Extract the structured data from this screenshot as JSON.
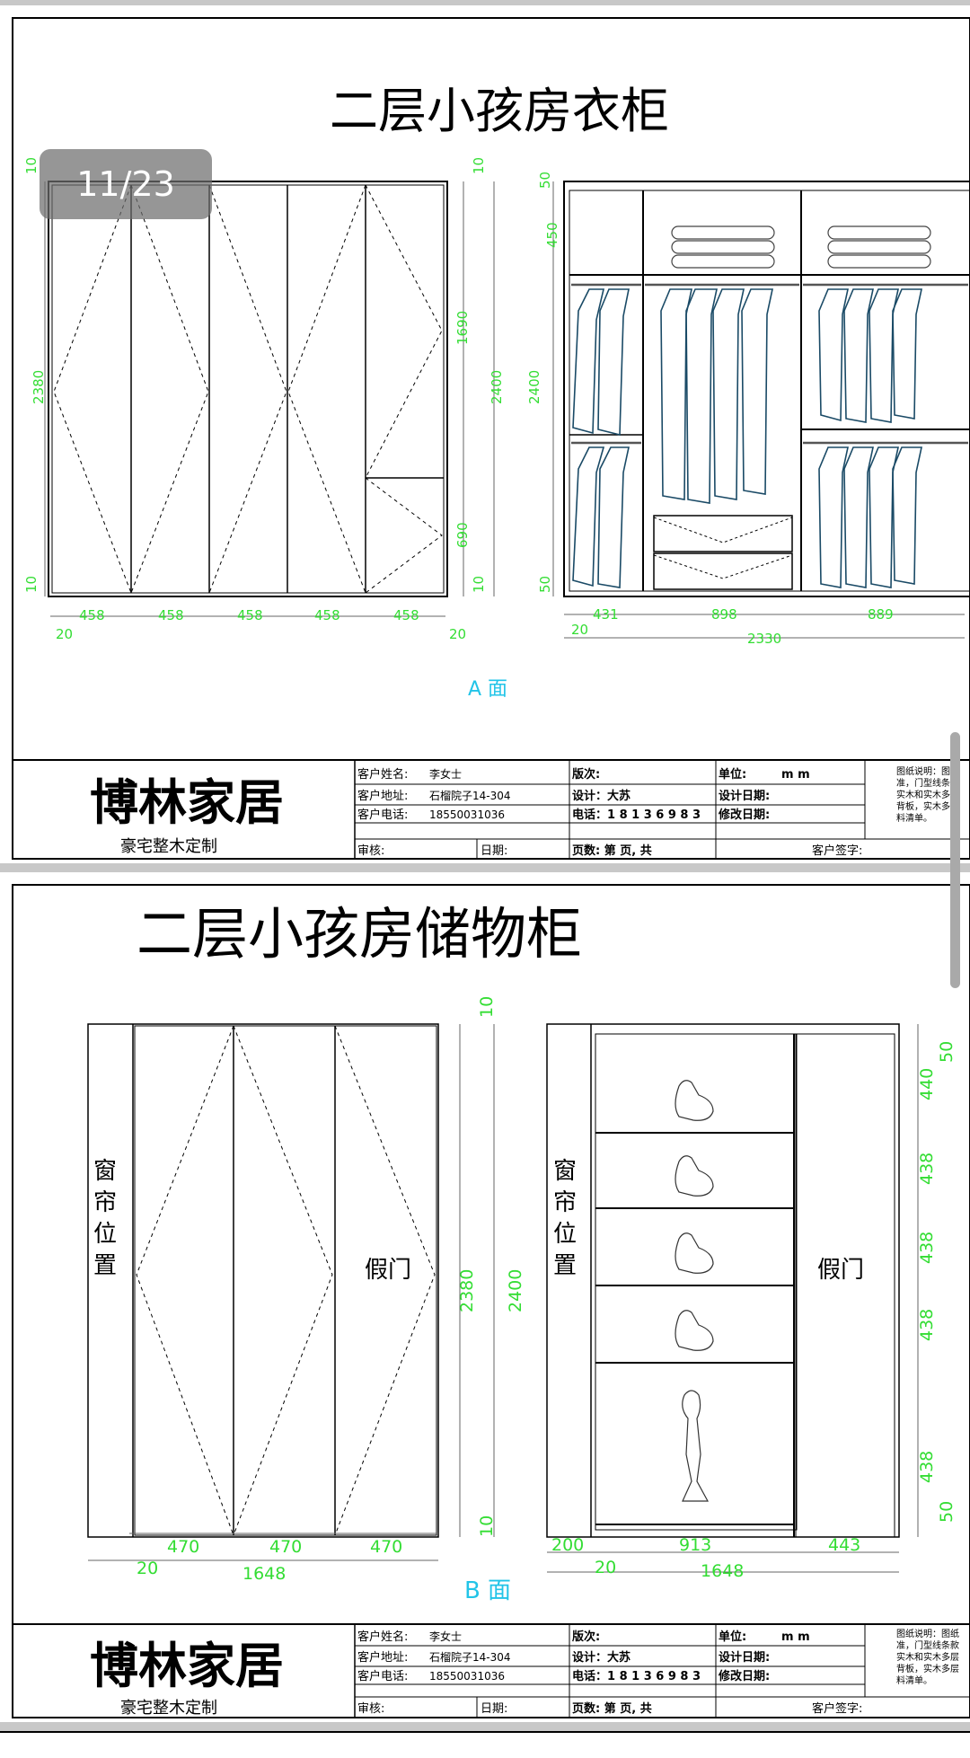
{
  "viewer": {
    "page_indicator": "11/23"
  },
  "sheets": [
    {
      "title": "二层小孩房衣柜",
      "face_label": "A 面",
      "front_view": {
        "heights": [
          "10",
          "2380",
          "10"
        ],
        "right_dims": [
          "10",
          "1690",
          "2400",
          "690",
          "10"
        ],
        "widths": [
          "458",
          "458",
          "458",
          "458",
          "458"
        ],
        "edge": [
          "20",
          "20"
        ]
      },
      "interior_view": {
        "heights": [
          "50",
          "450",
          "2400",
          "50"
        ],
        "widths": [
          "431",
          "898",
          "889"
        ],
        "edge": "20",
        "total": "2330"
      },
      "titleblock": {
        "brand": "博林家居",
        "slogan": "豪宅整木定制",
        "customer_name_label": "客户姓名:",
        "customer_name": "李女士",
        "address_label": "客户地址:",
        "address": "石榴院子14-304",
        "phone_label": "客户电话:",
        "phone": "18550031036",
        "review_label": "审核:",
        "date_label": "日期:",
        "version_label": "版次:",
        "designer": "设计：大苏",
        "designer_phone": "电话：1 8 1 3 6 9 8 3",
        "pages": "页数:       第      页,          共",
        "unit_label": "单位:",
        "unit": "m m",
        "design_date_label": "设计日期:",
        "modify_date_label": "修改日期:",
        "signature": "客户签字:",
        "notes": [
          "图纸说明：图纸",
          "准，门型线条款",
          "实木和实木多层",
          "背板，实木多层",
          "料清单。"
        ]
      }
    },
    {
      "title": "二层小孩房储物柜",
      "face_label": "B 面",
      "labels": {
        "curtain": [
          "窗",
          "帘",
          "位",
          "置"
        ],
        "fake_door": "假门"
      },
      "front_view": {
        "right_dims": [
          "10",
          "2380",
          "2400",
          "10"
        ],
        "widths": [
          "470",
          "470",
          "470"
        ],
        "edge": "20",
        "total": "1648"
      },
      "interior_view": {
        "heights": [
          "50",
          "440",
          "438",
          "438",
          "438",
          "438",
          "50"
        ],
        "widths": [
          "200",
          "913",
          "443"
        ],
        "edge": "20",
        "total": "1648"
      },
      "titleblock": {
        "brand": "博林家居",
        "slogan": "豪宅整木定制",
        "customer_name_label": "客户姓名:",
        "customer_name": "李女士",
        "address_label": "客户地址:",
        "address": "石榴院子14-304",
        "phone_label": "客户电话:",
        "phone": "18550031036",
        "review_label": "审核:",
        "date_label": "日期:",
        "version_label": "版次:",
        "designer": "设计：大苏",
        "designer_phone": "电话：1 8 1 3 6 9 8 3",
        "pages": "页数:       第      页,          共",
        "unit_label": "单位:",
        "unit": "m m",
        "design_date_label": "设计日期:",
        "modify_date_label": "修改日期:",
        "signature": "客户签字:",
        "notes": [
          "图纸说明：图纸",
          "准，门型线条款",
          "实木和实木多层",
          "背板，实木多层",
          "料清单。"
        ]
      }
    }
  ],
  "colors": {
    "dimension": "#33dd33",
    "face_label": "#22c4e8",
    "line": "#000000",
    "hanger": "#1a4a66"
  }
}
